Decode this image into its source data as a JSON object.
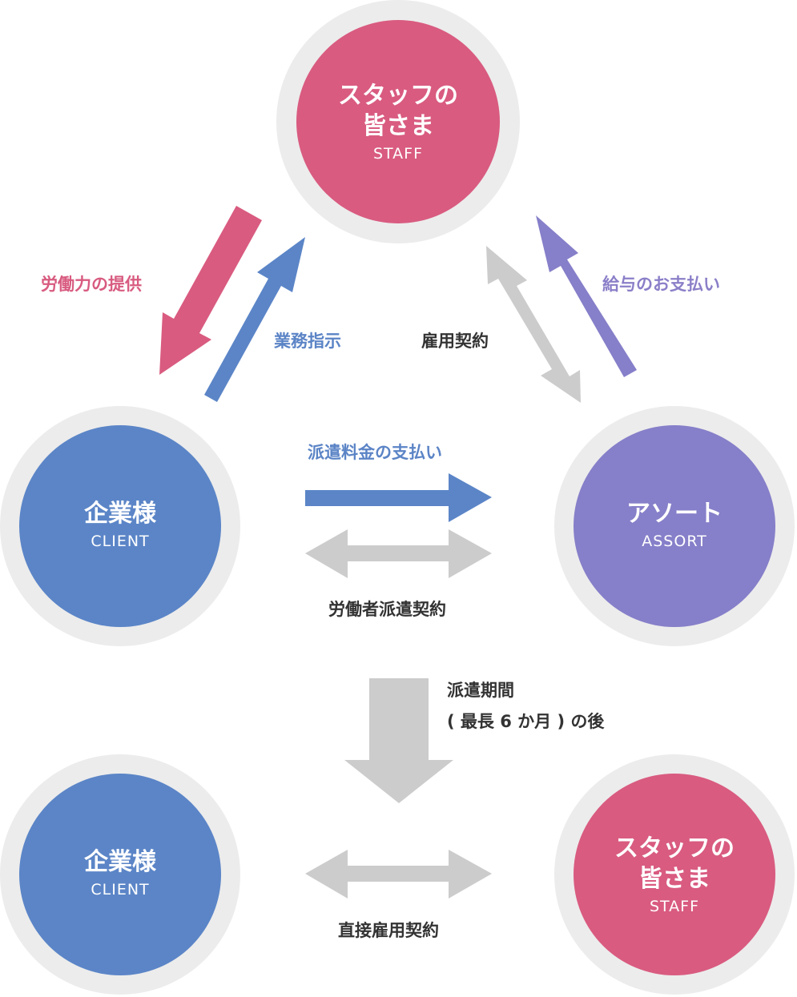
{
  "nodes": {
    "staff_top": {
      "line1": "スタッフの",
      "line2": "皆さま",
      "en": "STAFF"
    },
    "client_mid": {
      "line1": "企業様",
      "en": "CLIENT"
    },
    "assort": {
      "line1": "アソート",
      "en": "ASSORT"
    },
    "client_bottom": {
      "line1": "企業様",
      "en": "CLIENT"
    },
    "staff_bottom": {
      "line1": "スタッフの",
      "line2": "皆さま",
      "en": "STAFF"
    }
  },
  "labels": {
    "labor_provision": "労働力の提供",
    "work_instruction": "業務指示",
    "employment_contract": "雇用契約",
    "salary_payment": "給与のお支払い",
    "dispatch_fee": "派遣料金の支払い",
    "dispatch_contract": "労働者派遣契約",
    "after_period_line1": "派遣期間",
    "after_period_line2": "( 最長 6 か月 ) の後",
    "direct_contract": "直接雇用契約"
  },
  "colors": {
    "pink": "#d95b80",
    "blue": "#5b85c7",
    "purple": "#867fc9",
    "ring": "#ececec",
    "gray_arrow": "#cccccc"
  }
}
